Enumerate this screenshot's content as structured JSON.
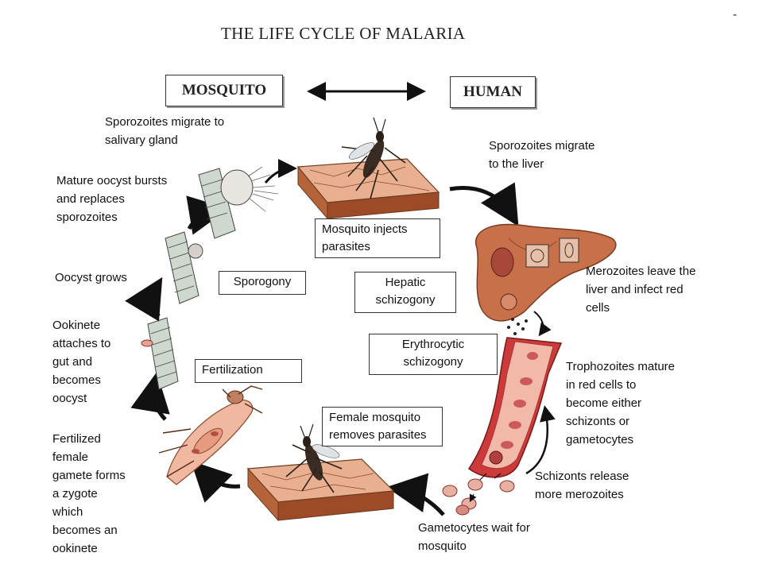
{
  "title": "THE LIFE CYCLE OF MALARIA",
  "corner_mark": "-",
  "hosts": {
    "left": "MOSQUITO",
    "right": "HUMAN"
  },
  "labels": {
    "sporozoites_salivary": "Sporozoites migrate to\nsalivary gland",
    "sporozoites_liver": "Sporozoites migrate\nto the liver",
    "mature_oocyst": "Mature oocyst bursts\nand replaces\nsporozoites",
    "oocyst_grows": "Oocyst grows",
    "ookinete_attaches": "Ookinete\nattaches to\ngut and\nbecomes\noocyst",
    "fertilized_female": "Fertilized\nfemale\ngamete forms\na zygote\nwhich\nbecomes an\nookinete",
    "merozoites_leave": "Merozoites leave the\nliver and infect red\ncells",
    "trophozoites": "Trophozoites mature\nin red cells to\nbecome either\nschizonts or\ngametocytes",
    "schizonts_release": "Schizonts release\nmore merozoites",
    "gametocytes_wait": "Gametocytes wait for\nmosquito"
  },
  "boxes": {
    "mosquito_injects": "Mosquito injects\nparasites",
    "sporogony": "Sporogony",
    "hepatic": "Hepatic\nschizogony",
    "erythrocytic": "Erythrocytic\nschizogony",
    "fertilization": "Fertilization",
    "female_removes": "Female mosquito\nremoves parasites"
  },
  "colors": {
    "skin": "#e2a07a",
    "skin_dark": "#a0522d",
    "liver": "#c8704a",
    "vessel": "#cc3a3a",
    "vessel_light": "#f2b8a8",
    "cell": "#cfd8cf",
    "ink": "#111111"
  }
}
